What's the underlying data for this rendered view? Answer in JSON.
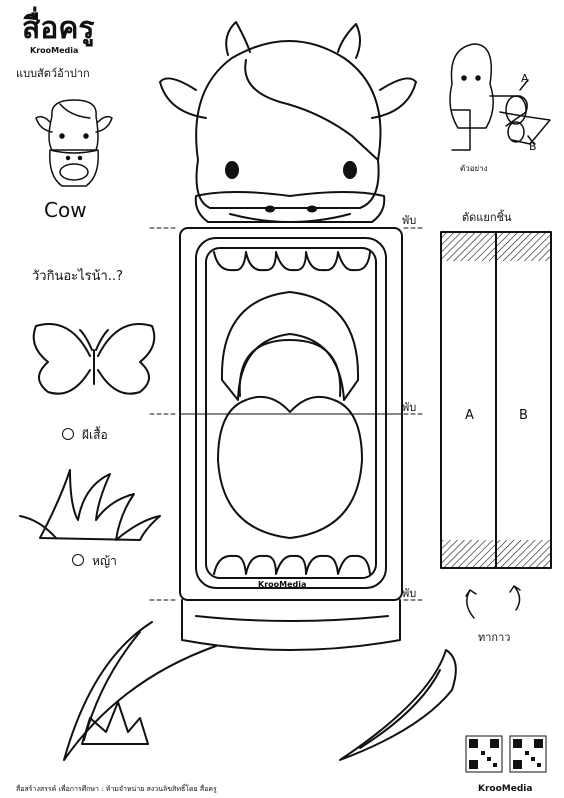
{
  "header": {
    "brand": "สื่อครู",
    "brand_sub": "KrooMedia",
    "worksheet_type": "แบบสัตว์อ้าปาก"
  },
  "animal": {
    "name": "Cow"
  },
  "question": "วัวกินอะไรน้า..?",
  "options": [
    {
      "label": "ผีเสื้อ"
    },
    {
      "label": "หญ้า"
    }
  ],
  "fold_labels": [
    "พับ",
    "พับ",
    "พับ"
  ],
  "cut_section": {
    "title": "ตัดแยกชิ้น",
    "strip_a": "A",
    "strip_b": "B",
    "glue": "ทากาว"
  },
  "example": {
    "label": "ตัวอย่าง",
    "a": "A",
    "b": "B"
  },
  "mouth_brand": "KrooMedia",
  "footer": {
    "text": "สื่อสร้างสรรค์ เพื่อการศึกษา : ห้ามจำหน่าย  สงวนลิขสิทธิ์โดย สื่อครู",
    "brand": "KrooMedia"
  }
}
